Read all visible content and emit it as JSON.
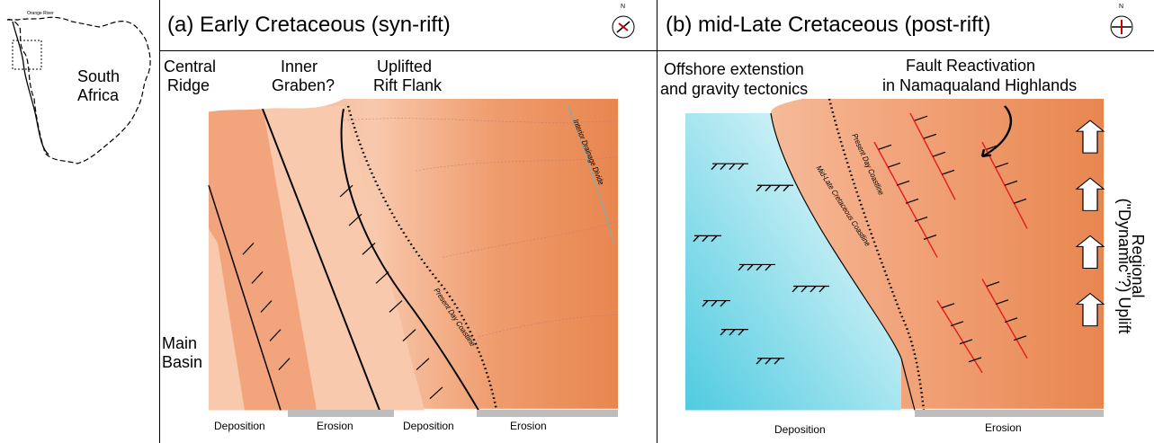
{
  "inset": {
    "river_label": "Orange River",
    "country_label_line1": "South",
    "country_label_line2": "Africa"
  },
  "panel_a": {
    "title": "(a) Early Cretaceous (syn-rift)",
    "central_ridge_line1": "Central",
    "central_ridge_line2": "Ridge",
    "inner_graben_line1": "Inner",
    "inner_graben_line2": "Graben?",
    "rift_flank_line1": "Uplifted",
    "rift_flank_line2": "Rift Flank",
    "main_basin_line1": "Main",
    "main_basin_line2": "Basin",
    "coastline_label": "Present Day Coastline",
    "drainage_label": "Interior Drainage Divide",
    "bottom": [
      "Deposition",
      "Erosion",
      "Deposition",
      "Erosion"
    ]
  },
  "panel_b": {
    "title": "(b) mid-Late Cretaceous (post-rift)",
    "offshore_line1": "Offshore extenstion",
    "offshore_line2": "and gravity tectonics",
    "fault_line1": "Fault Reactivation",
    "fault_line2": "in Namaqualand Highlands",
    "uplift_line1": "Regional",
    "uplift_line2": "(\"Dynamic\"?) Uplift",
    "mid_late_label": "Mid-Late Cretaceous Coastline",
    "present_label": "Present Day Coastline",
    "bottom": [
      "Deposition",
      "Erosion"
    ]
  },
  "compass_north": "N",
  "colors": {
    "orange_dark": "#e8864f",
    "orange_mid": "#f2a57c",
    "orange_light": "#f8c9ad",
    "blue_offshore": "#4fcbe0",
    "fault_red": "#e02020",
    "erosion_bar": "#bdbdbd"
  }
}
